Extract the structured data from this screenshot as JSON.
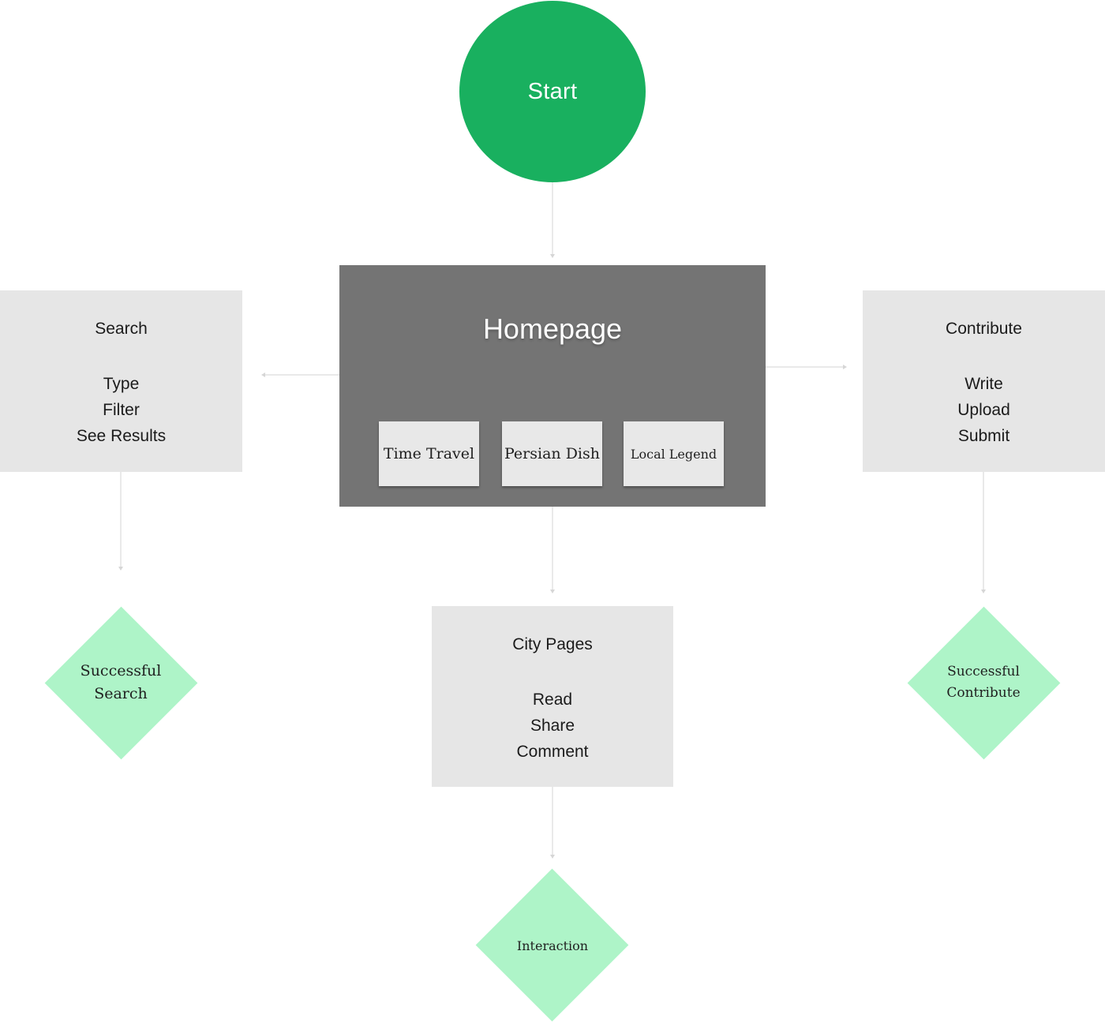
{
  "start": {
    "label": "Start"
  },
  "homepage": {
    "title": "Homepage",
    "cards": [
      "Time Travel",
      "Persian Dish",
      "Local Legend"
    ]
  },
  "search": {
    "title": "Search",
    "items": [
      "Type",
      "Filter",
      "See Results"
    ]
  },
  "contribute": {
    "title": "Contribute",
    "items": [
      "Write",
      "Upload",
      "Submit"
    ]
  },
  "city_pages": {
    "title": "City Pages",
    "items": [
      "Read",
      "Share",
      "Comment"
    ]
  },
  "outcomes": {
    "search": [
      "Successful",
      "Search"
    ],
    "contribute": [
      "Successful",
      "Contribute"
    ],
    "interaction": "Interaction"
  },
  "colors": {
    "start": "#19b05f",
    "homepage": "#747474",
    "box": "#e6e6e6",
    "diamond": "#aef4c8",
    "connector": "#e2e2e2"
  }
}
